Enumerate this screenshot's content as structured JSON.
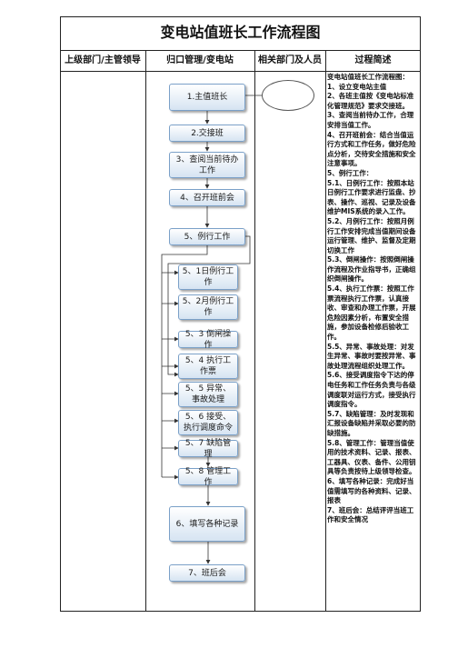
{
  "title": "变电站值班长工作流程图",
  "headers": {
    "col1": "上级部门/主管领导",
    "col2": "归口管理/变电站",
    "col3": "相关部门及人员",
    "col4": "过程简述"
  },
  "steps": {
    "s1": "1.主值班长",
    "s2": "2.交接班",
    "s3": "3、查阅当前待办工作",
    "s4": "4、召开班前会",
    "s5": "5、例行工作",
    "s51": "5、1日例行工作",
    "s52": "5、2月例行工作",
    "s53": "5、3 倒闸操作",
    "s54": "5、4 执行工作票",
    "s55": "5、5 异常、事故处理",
    "s56": "5、6 接受、执行调度命令",
    "s57": "5、7 缺陷管理",
    "s58": "5、8 管理工作",
    "s6": "6、填写各种记录",
    "s7": "7、班后会"
  },
  "description": "变电站值班长工作流程图：\n1、设立变电站主值\n2、各班主值按《变电站标准化管理规范》要求交接班。\n3、查阅当前待办工作，合理安排当值工作。\n4、召开班前会：结合当值运行方式和工作任务，做好危险点分析，交待安全措施和安全注意事项。\n5、例行工作：\n5.1、日例行工作：按照本站日例行工作要求进行监盘、抄表、操作、巡视、记录及设备维护MIS系统的录入工作。\n5.2、月例行工作：按照月例行工作安排完成当值期间设备运行管理、维护、监督及定期切换工作\n5.3、倒闸操作：按照倒闸操作流程及作业指导书，正确组织倒闸操作。\n5.4、执行工作票：按照工作票流程执行工作票，认真接收、审查和办理工作票，开展危险因素分析，布置安全措施，参加设备检修后验收工作。\n5.5、异常、事故处理：对发生异常、事故时要按异常、事故处理流程组织处理工作。\n5.6、接受调度指令下达的停电任务和工作任务负责与各级调度联对运行方式，接受执行调度指令。\n5.7、缺陷管理：及时发现和汇报设备缺陷并采取必要的防缺措施。\n5.8、管理工作：管理当值使用的技术资料、记录、报表、工器具、仪表、备件、公用钥具等负责按待上级领导检查。\n6、填写各种记录：完成好当值需填写的各种资料、记录、报表\n7、班后会：总结评评当班工作和安全情况"
}
